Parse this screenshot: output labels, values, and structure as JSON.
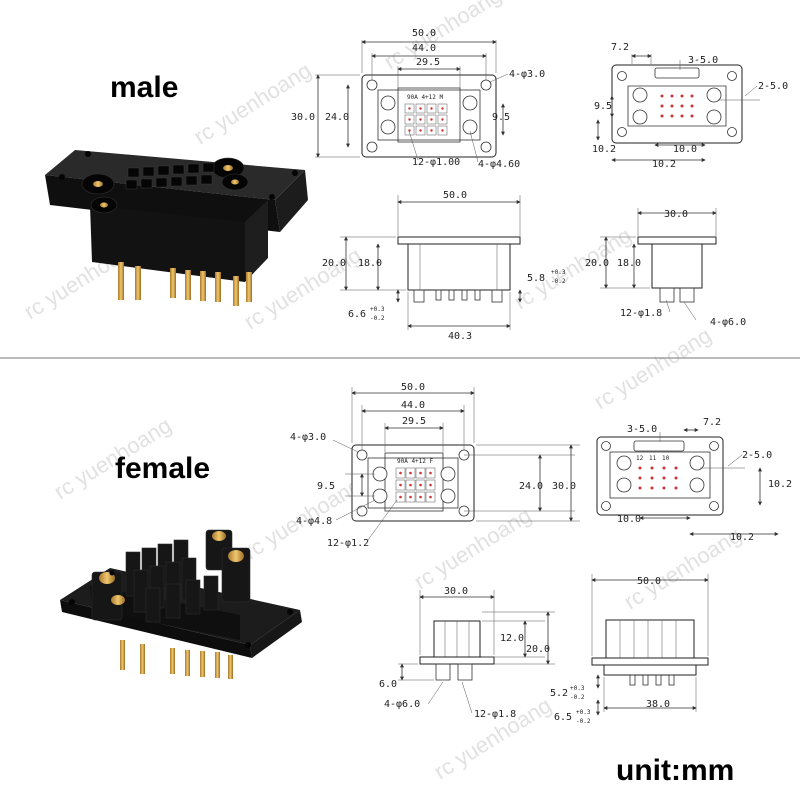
{
  "male": {
    "title": "male",
    "top_view": {
      "overall_width": "50.0",
      "hole_spacing": "44.0",
      "inner_width": "29.5",
      "mount_holes": "4-φ3.0",
      "overall_height": "30.0",
      "hole_height": "24.0",
      "inner_height": "9.5",
      "pins": "12-φ1.00",
      "power_holes": "4-φ4.60",
      "part_label": "90A 4+12 M"
    },
    "end_view": {
      "d1": "7.2",
      "d2": "3-5.0",
      "d3": "2-5.0",
      "d4": "9.5",
      "d5": "10.2",
      "d6": "10.0",
      "d7": "10.2"
    },
    "side_view": {
      "width": "50.0",
      "height": "20.0",
      "inner_height": "18.0",
      "pin_len": "5.8",
      "pin_tol_up": "+0.3",
      "pin_tol_dn": "-0.2",
      "flange": "6.6",
      "flange_tol_up": "+0.3",
      "flange_tol_dn": "-0.2",
      "base_width": "40.3"
    },
    "front_view": {
      "width": "30.0",
      "height": "20.0",
      "inner_height": "18.0",
      "pins": "12-φ1.8",
      "power_pins": "4-φ6.0"
    }
  },
  "female": {
    "title": "female",
    "top_view": {
      "overall_width": "50.0",
      "hole_spacing": "44.0",
      "inner_width": "29.5",
      "mount_holes": "4-φ3.0",
      "inner_height": "9.5",
      "power_holes": "4-φ4.8",
      "pins": "12-φ1.2",
      "hole_height": "24.0",
      "overall_height": "30.0",
      "part_label": "90A 4+12 F"
    },
    "end_view": {
      "d1": "3-5.0",
      "d2": "7.2",
      "d3": "2-5.0",
      "d4": "10.2",
      "d5": "10.0",
      "d6": "10.2",
      "col_labels": [
        "12",
        "11",
        "10"
      ]
    },
    "front_view": {
      "width": "30.0",
      "height": "20.0",
      "inner_height": "12.0",
      "base": "6.0",
      "power_pins": "4-φ6.0",
      "pins": "12-φ1.8"
    },
    "side_view": {
      "width": "50.0",
      "pin_len": "5.2",
      "pin_tol_up": "+0.3",
      "pin_tol_dn": "-0.2",
      "base_width": "38.0",
      "flange": "6.5",
      "flange_tol_up": "+0.3",
      "flange_tol_dn": "-0.2"
    }
  },
  "unit_label": "unit:mm",
  "watermark": "rc yuenhoang",
  "colors": {
    "housing": "#161616",
    "brass": "#d2a24a",
    "pin_marker": "#cc3333"
  }
}
